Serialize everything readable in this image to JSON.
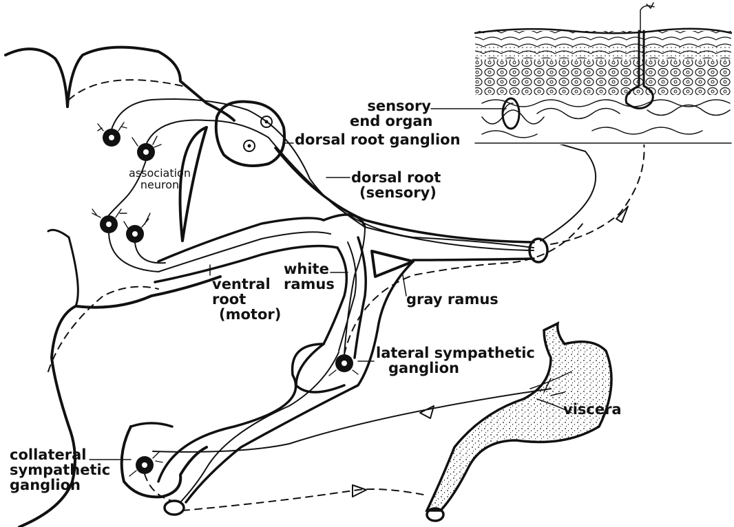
{
  "labels": {
    "sensory_end_organ": [
      "sensory",
      "end organ"
    ],
    "dorsal_root_ganglion": "dorsal root ganglion",
    "dorsal_root": [
      "dorsal root",
      "(sensory)"
    ],
    "association_neuron": [
      "association",
      "neuron"
    ],
    "white_ramus": [
      "white",
      "ramus"
    ],
    "ventral_root": [
      "ventral",
      "root",
      "(motor)"
    ],
    "gray_ramus": "gray ramus",
    "lateral_sympathetic_ganglion": [
      "lateral sympathetic",
      "ganglion"
    ],
    "viscera": "viscera",
    "collateral_sympathetic_ganglion": [
      "collateral",
      "sympathetic",
      "ganglion"
    ]
  },
  "colors": {
    "ink": "#111111",
    "paper": "#ffffff"
  }
}
